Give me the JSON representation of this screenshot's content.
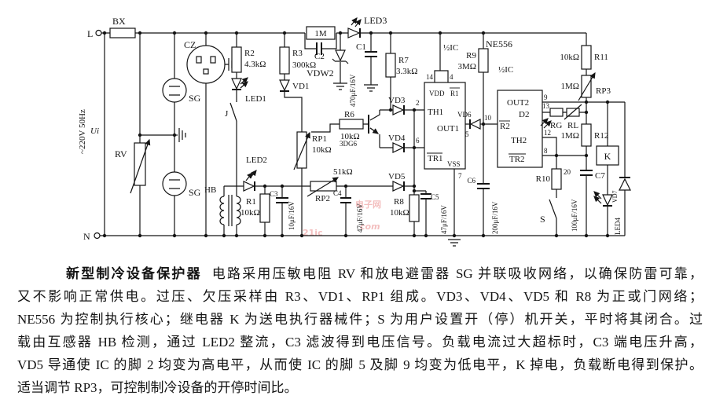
{
  "labels": {
    "l_terminal": "L",
    "n_terminal": "N",
    "mains": "~220V 50Hz",
    "ui": "Ui",
    "bx": "BX",
    "rv": "RV",
    "sg": "SG",
    "cz": "CZ",
    "r2": "R2",
    "r2_val": "4.3kΩ",
    "led1": "LED1",
    "j": "J",
    "r3": "R3",
    "r3_val": "300kΩ",
    "vd1": "VD1",
    "rp1": "RP1",
    "rp1_val": "10kΩ",
    "r_1m": "1M",
    "c2": "C2",
    "led3": "LED3",
    "vdw2": "VDW2",
    "c1": "C1",
    "c1_val": "470μF/16V",
    "r7": "R7",
    "r7_val": "3.3kΩ",
    "hb": "HB",
    "led2": "LED2",
    "r1": "R1",
    "r1_val": "10kΩ",
    "c3": "C3",
    "c3_val": "10μF/16V",
    "rp2": "RP2",
    "rp2_val": "51kΩ",
    "c4": "C4",
    "c4_val": "47μF/16V",
    "r6": "R6",
    "r6_val": "10kΩ",
    "q1": "3DG6",
    "vd3": "VD3",
    "vd4": "VD4",
    "vd5": "VD5",
    "r8": "R8",
    "r8_val": "10kΩ",
    "c5": "C5",
    "c5_val": "47μF/16V",
    "ic_name": "NE556",
    "half_ic": "½IC",
    "vdd": "VDD",
    "r1bar": "R1",
    "th1": "TH1",
    "out1": "OUT1",
    "tr1bar": "TR1",
    "vss": "VSS",
    "pin14": "14",
    "pin4": "4",
    "pin2": "2",
    "pin6": "6",
    "pin5": "5",
    "pin7": "7",
    "pin10": "10",
    "vd6": "VD6",
    "r9": "R9",
    "r9_val": "3MΩ",
    "c6": "C6",
    "c6_val": "200μF/16V",
    "out2": "OUT2",
    "d2": "D2",
    "th2": "TH2",
    "tr2bar": "TR2",
    "r2bar": "R2",
    "pin9": "9",
    "pin13": "13",
    "pin12": "12",
    "pin8": "8",
    "rg": "RG",
    "rl": "RL",
    "r11": "R11",
    "r11_val": "10kΩ",
    "rp3": "RP3",
    "rp3_val": "1MΩ",
    "r12": "R12",
    "r12_val": "1MΩ",
    "r10": "R10",
    "r10_val": "20",
    "s": "S",
    "c7": "C7",
    "c7_val": "100μF/16V",
    "k": "K",
    "vd7": "VD7",
    "led4": "LED4"
  },
  "watermark": {
    "big": "21ic",
    "cn": "电子网",
    "com": "com"
  },
  "description": {
    "title": "新型制冷设备保护器",
    "line1": "电路采用压敏电阻 RV 和放电避雷器 SG 并联吸收网络，以确保防雷可靠，",
    "line2": "又不影响正常供电。过压、欠压采样由 R3、VD1、RP1 组成。VD3、VD4、VD5 和 R8 为正或门网络；",
    "line3": "NE556 为控制执行核心；继电器 K 为送电执行器械件；S 为用户设置开（停）机开关，平时将其闭合。过",
    "line4": "载由互感器 HB 检测，通过 LED2 整流，C3 滤波得到电压信号。负载电流过大超标时，C3 端电压升高，",
    "line5": "VD5 导通使 IC 的脚 2 均变为高电平，从而使 IC 的脚 5 及脚 9 均变为低电平，K 掉电，负载断电得到保护。",
    "line6": "适当调节 RP3，可控制制冷设备的开停时间比。"
  }
}
